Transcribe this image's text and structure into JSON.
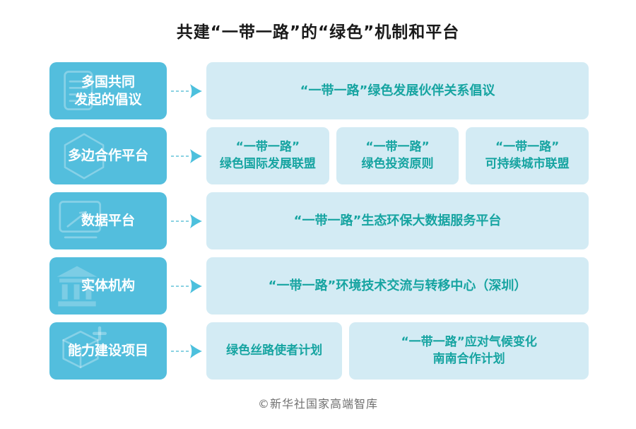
{
  "title": "共建“一带一路”的“绿色”机制和平台",
  "footer": "©新华社国家高端智库",
  "colors": {
    "category_box": "#53bedd",
    "category_text": "#ffffff",
    "item_box": "#d3ebf4",
    "item_text": "#16a4a1",
    "arrow_dash": "#8ad2e2",
    "arrow_head": "#4cc0dd",
    "title_text": "#1a1a1a",
    "footer_text": "#6f6f6f",
    "background": "#ffffff"
  },
  "rows": [
    {
      "category": {
        "label": "多国共同\n发起的倡议",
        "icon": "document-icon"
      },
      "items": [
        {
          "label": "“一带一路”绿色发展伙伴关系倡议"
        }
      ]
    },
    {
      "category": {
        "label": "多边合作平台",
        "icon": "hexagon-icon"
      },
      "items": [
        {
          "label": "“一带一路”\n绿色国际发展联盟"
        },
        {
          "label": "“一带一路”\n绿色投资原则"
        },
        {
          "label": "“一带一路”\n可持续城市联盟"
        }
      ]
    },
    {
      "category": {
        "label": "数据平台",
        "icon": "chart-icon"
      },
      "items": [
        {
          "label": "“一带一路”生态环保大数据服务平台"
        }
      ]
    },
    {
      "category": {
        "label": "实体机构",
        "icon": "bank-icon"
      },
      "items": [
        {
          "label": "“一带一路”环境技术交流与转移中心（深圳）"
        }
      ]
    },
    {
      "category": {
        "label": "能力建设项目",
        "icon": "cube-icon"
      },
      "items": [
        {
          "label": "绿色丝路使者计划"
        },
        {
          "label": "“一带一路”应对气候变化\n南南合作计划"
        }
      ]
    }
  ]
}
